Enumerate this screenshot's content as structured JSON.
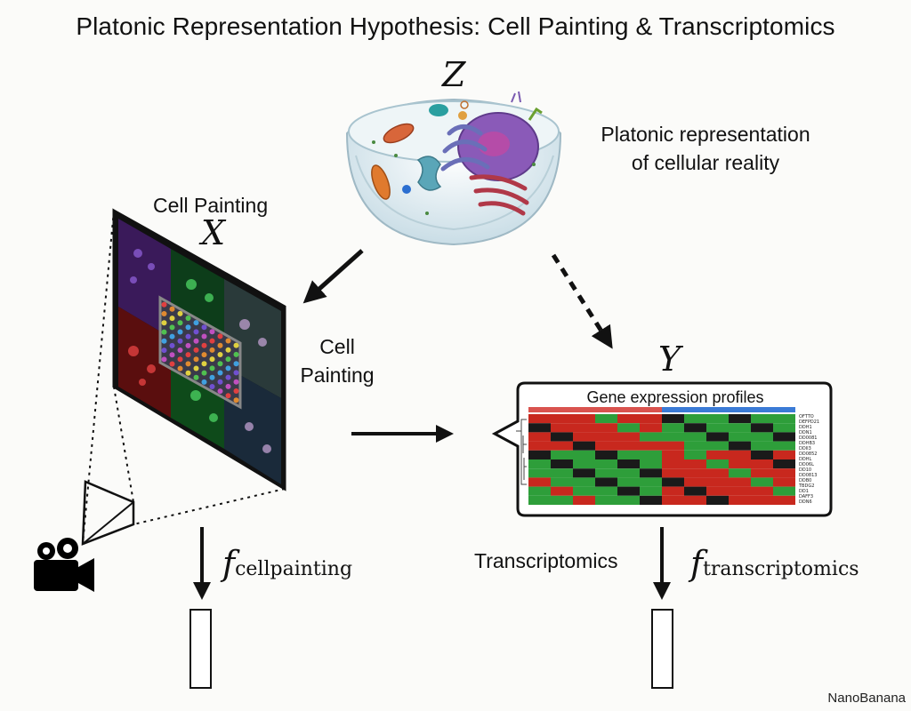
{
  "title": "Platonic Representation Hypothesis: Cell Painting & Transcriptomics",
  "latent": {
    "symbol": "Z",
    "caption_line1": "Platonic representation",
    "caption_line2": "of cellular reality"
  },
  "cell_painting": {
    "top_label": "Cell Painting",
    "symbol": "X",
    "side_label_line1": "Cell",
    "side_label_line2": "Painting",
    "encoder_symbol": "f",
    "encoder_subscript": "cellpainting"
  },
  "transcriptomics": {
    "symbol": "Y",
    "panel_title": "Gene expression profiles",
    "gene_names": [
      "OFTTO",
      "DEFPD21",
      "DDH1",
      "DDN1",
      "DD0081",
      "DDHB3",
      "DDII3",
      "DD0852",
      "DDHL",
      "DD06L",
      "DD10",
      "DD0813",
      "DDB0",
      "TBDG2",
      "DD1",
      "DAFF3",
      "DDN6"
    ],
    "side_label": "Transcriptomics",
    "encoder_symbol": "f",
    "encoder_subscript": "transcriptomics"
  },
  "watermark": "NanoBanana",
  "colors": {
    "heatmap_red": "#c8281e",
    "heatmap_green": "#2e9e3a",
    "heatmap_dark": "#1a1a1a",
    "bar_red": "#d9534f",
    "bar_blue": "#3b7bd6",
    "cell_purple": "#8a5ab8",
    "cell_teal": "#5aa6b8"
  }
}
